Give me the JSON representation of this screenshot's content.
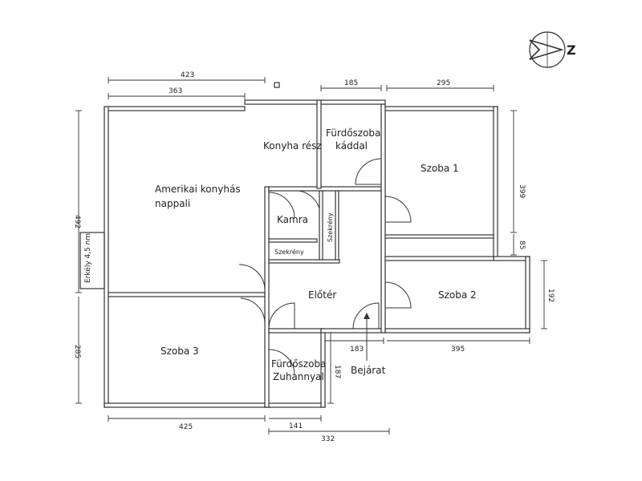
{
  "rooms": {
    "living": "Amerikai konyhás",
    "living2": "nappali",
    "kitchen": "Konyha rész",
    "bath1": "Fürdőszoba",
    "bath1b": "káddal",
    "room1": "Szoba 1",
    "pantry": "Kamra",
    "wardrobe_v": "Szekrény",
    "wardrobe_h": "Szekrény",
    "hall": "Előtér",
    "room2": "Szoba 2",
    "room3": "Szoba 3",
    "bath2": "Fürdőszoba",
    "bath2b": "Zuhannyal",
    "balcony": "Erkély 4,5 nm",
    "entrance": "Bejárat"
  },
  "dimensions": {
    "d423": "423",
    "d363": "363",
    "d185": "185",
    "d295": "295",
    "d399": "399",
    "d85": "85",
    "d192": "192",
    "d492": "492",
    "d285": "285",
    "d183": "183",
    "d395": "395",
    "d187": "187",
    "d425": "425",
    "d141": "141",
    "d332": "332"
  },
  "compass": {
    "label": "Z"
  }
}
